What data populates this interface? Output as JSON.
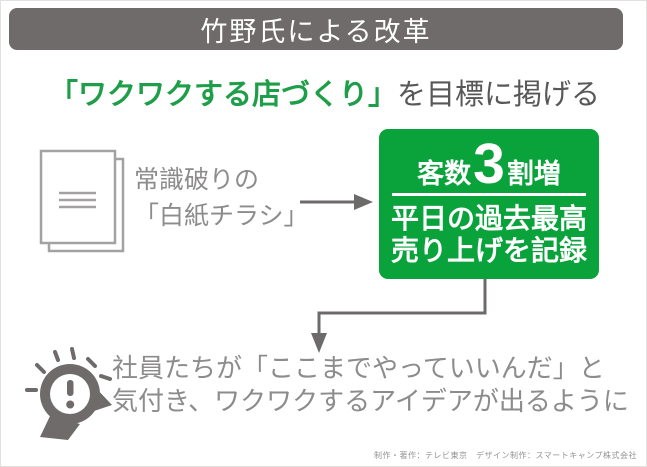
{
  "title": "竹野氏による改革",
  "goal": {
    "highlight": "「ワクワクする店づくり」",
    "suffix": "を目標に掲げる"
  },
  "flyer": {
    "icon": "document-pages-icon",
    "line1": "常識破りの",
    "line2": "「白紙チラシ」"
  },
  "flow": {
    "right_arrow_icon": "arrow-right-icon",
    "down_arrow_icon": "elbow-arrow-down-icon"
  },
  "result": {
    "prefix": "客数",
    "number": "3",
    "suffix": "割増",
    "detail_line1": "平日の過去最高",
    "detail_line2": "売り上げを記録"
  },
  "insight": {
    "icon": "idea-head-exclamation-icon",
    "line1": "社員たちが「ここまでやっていいんだ」と",
    "line2": "気付き、ワクワクするアイデアが出るように"
  },
  "credits": "制作・著作：テレビ東京　デザイン制作：スマートキャンプ株式会社",
  "colors": {
    "banner_gray": "#6e6b6a",
    "box_green": "#0aa23b",
    "text_green": "#1e9e48",
    "muted_gray": "#8d8b8b",
    "dark_text": "#595757",
    "arrow_gray": "#6d6a6a"
  }
}
